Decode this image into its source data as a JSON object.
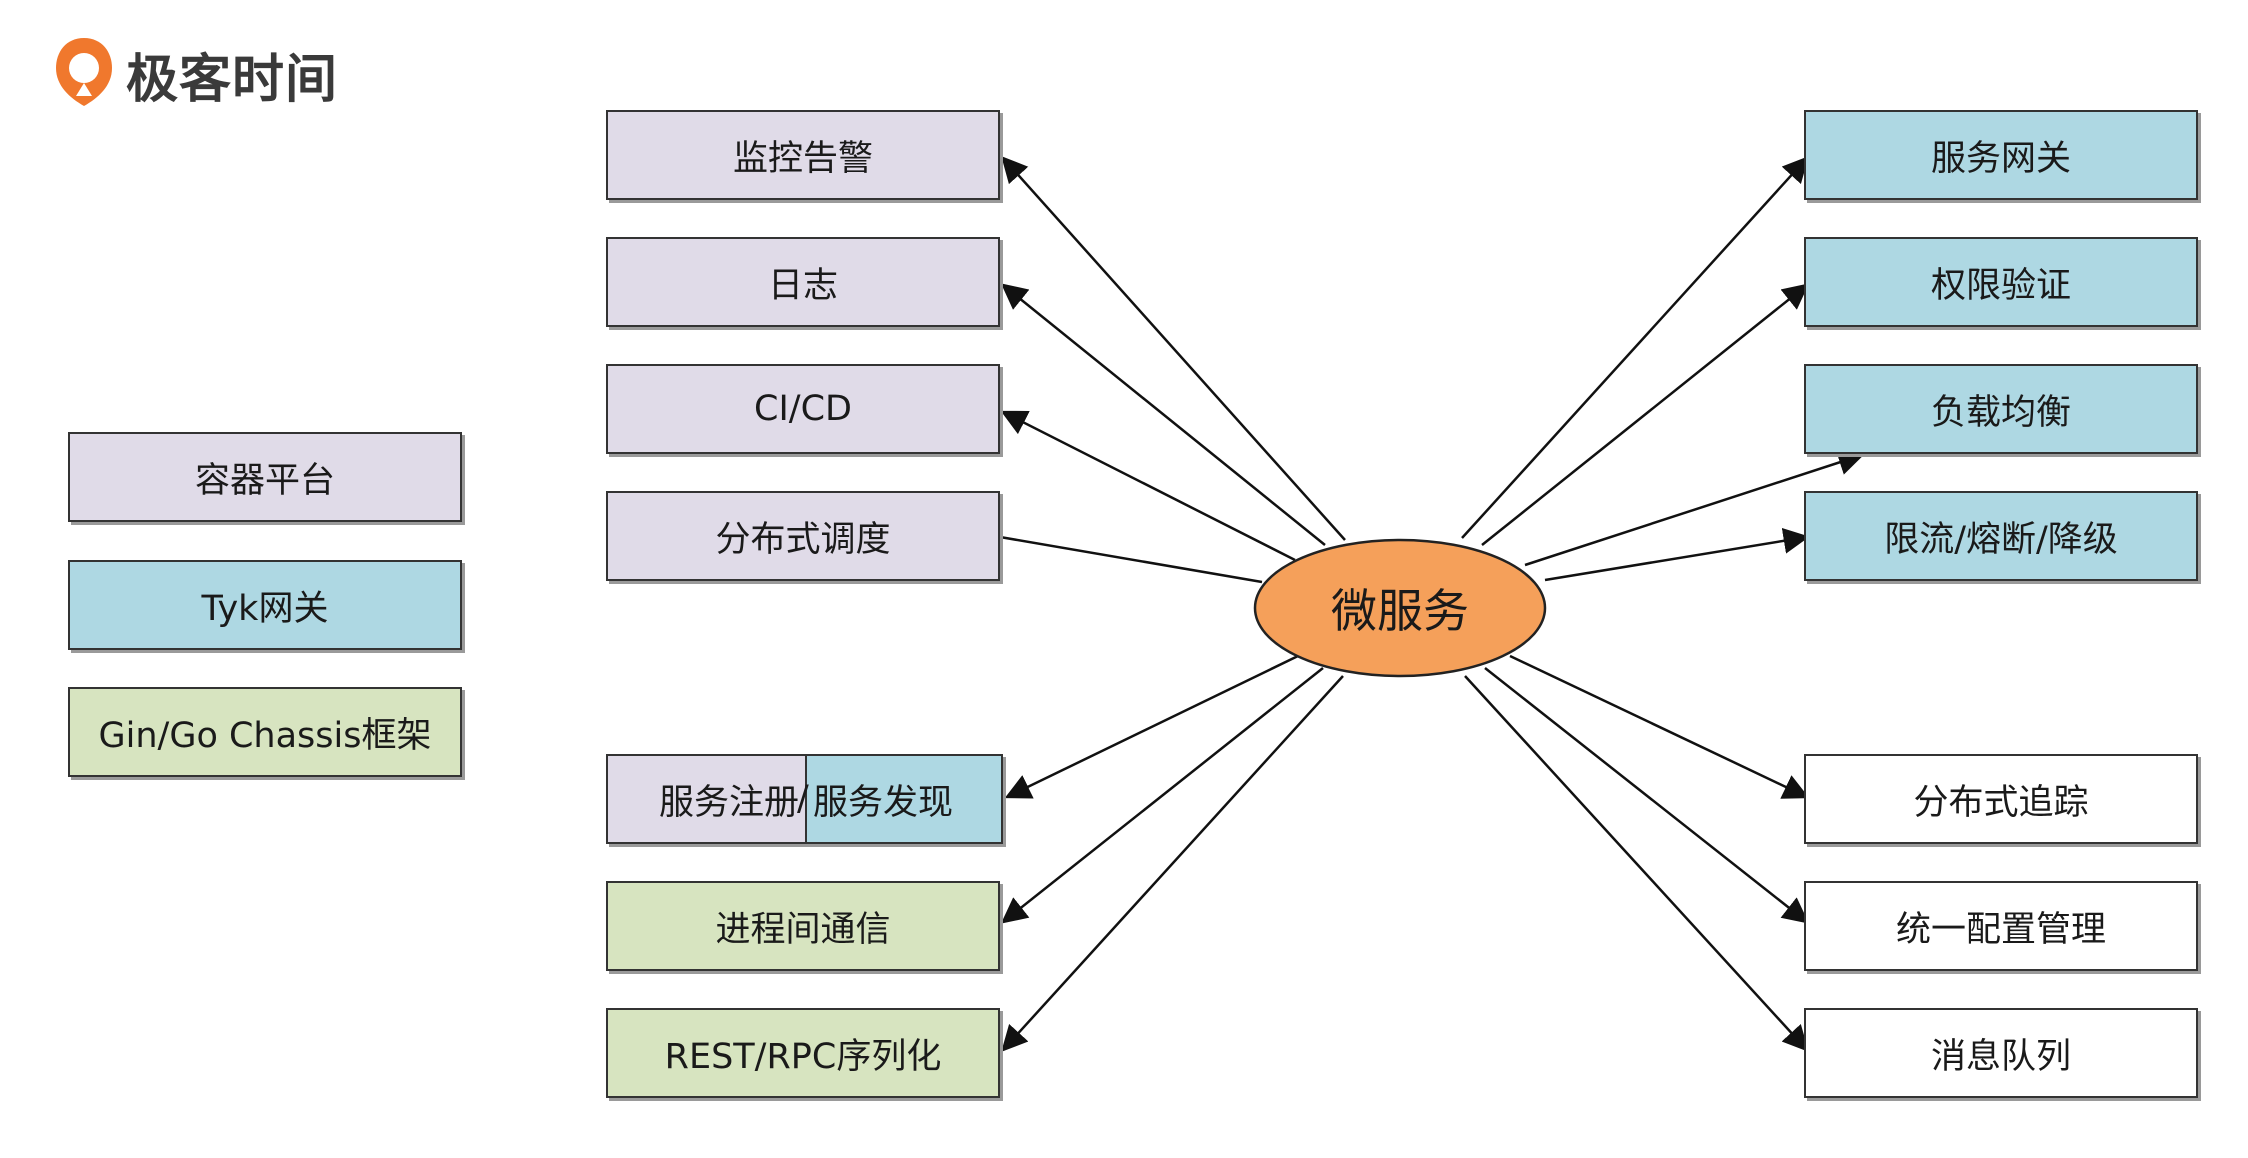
{
  "brand": {
    "name": "极客时间"
  },
  "legend": [
    {
      "label": "容器平台",
      "color": "#e0dbe8"
    },
    {
      "label": "Tyk网关",
      "color": "#aed8e3"
    },
    {
      "label": "Gin/Go Chassis框架",
      "color": "#d7e4c0"
    }
  ],
  "center": {
    "label": "微服务",
    "fill": "#f5a05a"
  },
  "left_nodes": [
    {
      "label": "监控告警"
    },
    {
      "label": "日志"
    },
    {
      "label": "CI/CD"
    },
    {
      "label": "分布式调度"
    },
    {
      "label_a": "服务注册",
      "separator": "/",
      "label_b": "服务发现"
    },
    {
      "label": "进程间通信"
    },
    {
      "label": "REST/RPC序列化"
    }
  ],
  "right_nodes": [
    {
      "label": "服务网关"
    },
    {
      "label": "权限验证"
    },
    {
      "label": "负载均衡"
    },
    {
      "label": "限流/熔断/降级"
    },
    {
      "label": "分布式追踪"
    },
    {
      "label": "统一配置管理"
    },
    {
      "label": "消息队列"
    }
  ],
  "colors": {
    "purple": "#e0dbe8",
    "blue": "#aed8e3",
    "green": "#d7e4c0",
    "orange": "#f5a05a",
    "logo_orange": "#f0782d"
  }
}
